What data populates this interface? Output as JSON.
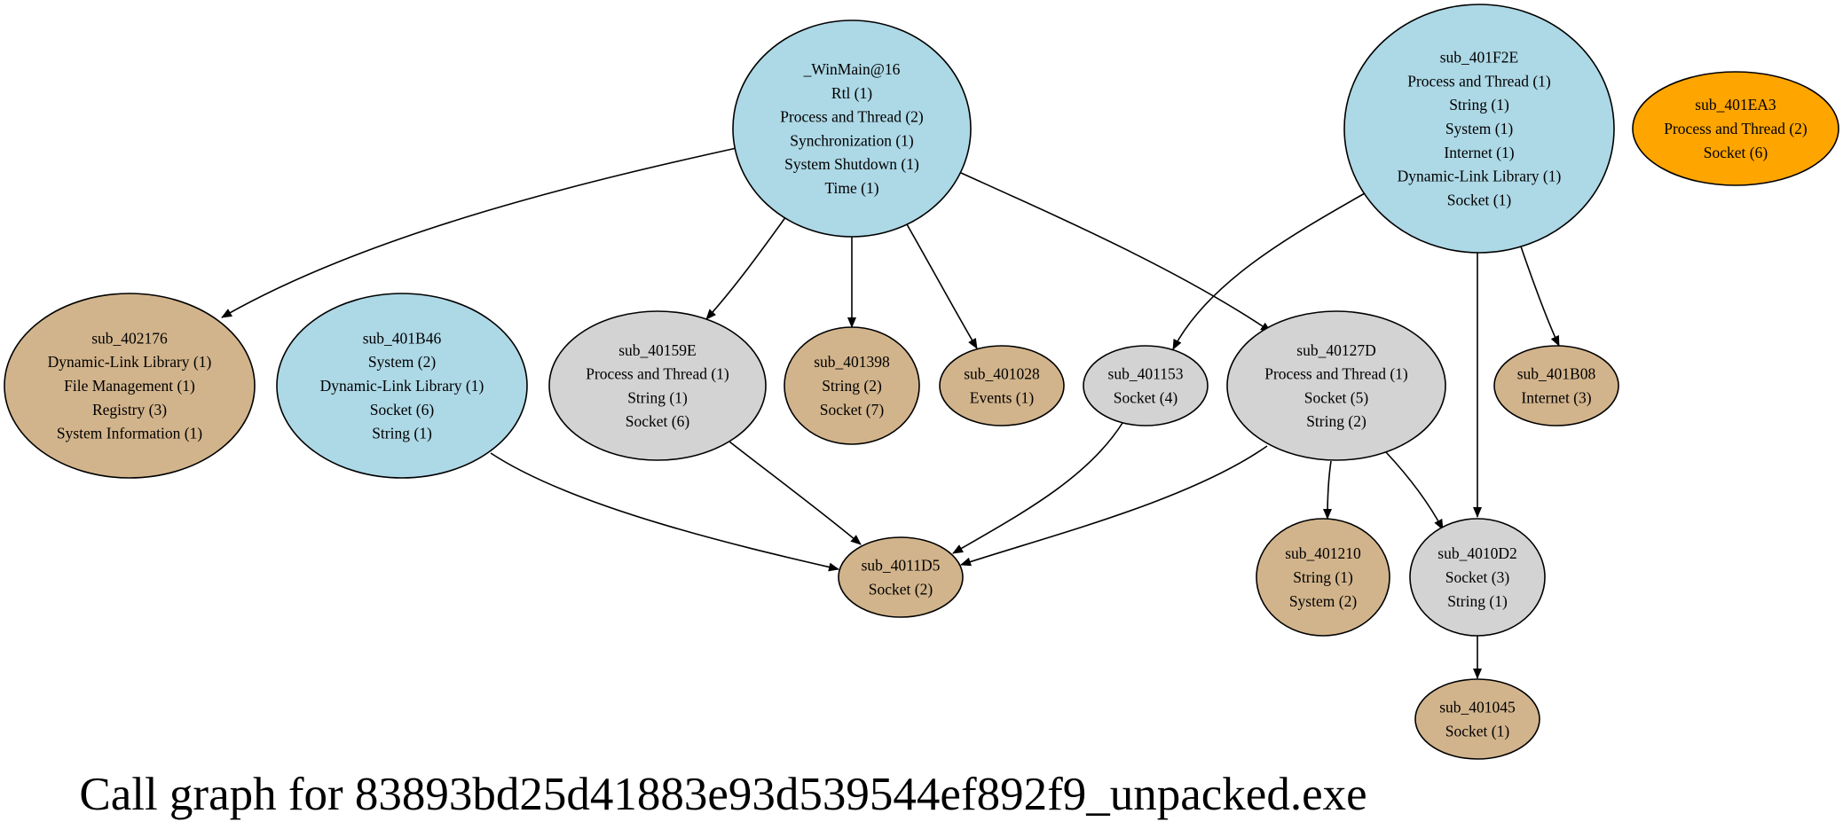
{
  "caption": "Call graph for 83893bd25d41883e93d539544ef892f9_unpacked.exe",
  "colors": {
    "blue": "#add8e6",
    "gray": "#d3d3d3",
    "tan": "#d2b48c",
    "orange": "#ffa500",
    "edge": "#000000"
  },
  "nodes": [
    {
      "id": "winmain",
      "color": "blue",
      "label": "_WinMain@16",
      "apis": [
        "Rtl (1)",
        "Process and Thread (2)",
        "Synchronization (1)",
        "System Shutdown (1)",
        "Time (1)"
      ]
    },
    {
      "id": "sub_401F2E",
      "color": "blue",
      "label": "sub_401F2E",
      "apis": [
        "Process and Thread (1)",
        "String (1)",
        "System (1)",
        "Internet (1)",
        "Dynamic-Link Library (1)",
        "Socket (1)"
      ]
    },
    {
      "id": "sub_401EA3",
      "color": "orange",
      "label": "sub_401EA3",
      "apis": [
        "Process and Thread (2)",
        "Socket (6)"
      ]
    },
    {
      "id": "sub_402176",
      "color": "tan",
      "label": "sub_402176",
      "apis": [
        "Dynamic-Link Library (1)",
        "File Management (1)",
        "Registry (3)",
        "System Information (1)"
      ]
    },
    {
      "id": "sub_401B46",
      "color": "blue",
      "label": "sub_401B46",
      "apis": [
        "System (2)",
        "Dynamic-Link Library (1)",
        "Socket (6)",
        "String (1)"
      ]
    },
    {
      "id": "sub_40159E",
      "color": "gray",
      "label": "sub_40159E",
      "apis": [
        "Process and Thread (1)",
        "String (1)",
        "Socket (6)"
      ]
    },
    {
      "id": "sub_401398",
      "color": "tan",
      "label": "sub_401398",
      "apis": [
        "String (2)",
        "Socket (7)"
      ]
    },
    {
      "id": "sub_401028",
      "color": "tan",
      "label": "sub_401028",
      "apis": [
        "Events (1)"
      ]
    },
    {
      "id": "sub_401153",
      "color": "gray",
      "label": "sub_401153",
      "apis": [
        "Socket (4)"
      ]
    },
    {
      "id": "sub_40127D",
      "color": "gray",
      "label": "sub_40127D",
      "apis": [
        "Process and Thread (1)",
        "Socket (5)",
        "String (2)"
      ]
    },
    {
      "id": "sub_401B08",
      "color": "tan",
      "label": "sub_401B08",
      "apis": [
        "Internet (3)"
      ]
    },
    {
      "id": "sub_4011D5",
      "color": "tan",
      "label": "sub_4011D5",
      "apis": [
        "Socket (2)"
      ]
    },
    {
      "id": "sub_401210",
      "color": "tan",
      "label": "sub_401210",
      "apis": [
        "String (1)",
        "System (2)"
      ]
    },
    {
      "id": "sub_4010D2",
      "color": "gray",
      "label": "sub_4010D2",
      "apis": [
        "Socket (3)",
        "String (1)"
      ]
    },
    {
      "id": "sub_401045",
      "color": "tan",
      "label": "sub_401045",
      "apis": [
        "Socket (1)"
      ]
    }
  ],
  "edges": [
    {
      "from": "winmain",
      "to": "sub_402176"
    },
    {
      "from": "winmain",
      "to": "sub_40159E"
    },
    {
      "from": "winmain",
      "to": "sub_401398"
    },
    {
      "from": "winmain",
      "to": "sub_401028"
    },
    {
      "from": "winmain",
      "to": "sub_40127D"
    },
    {
      "from": "sub_401F2E",
      "to": "sub_401153"
    },
    {
      "from": "sub_401F2E",
      "to": "sub_4010D2"
    },
    {
      "from": "sub_401F2E",
      "to": "sub_401B08"
    },
    {
      "from": "sub_401B46",
      "to": "sub_4011D5"
    },
    {
      "from": "sub_40159E",
      "to": "sub_4011D5"
    },
    {
      "from": "sub_401153",
      "to": "sub_4011D5"
    },
    {
      "from": "sub_40127D",
      "to": "sub_4011D5"
    },
    {
      "from": "sub_40127D",
      "to": "sub_401210"
    },
    {
      "from": "sub_40127D",
      "to": "sub_4010D2"
    },
    {
      "from": "sub_4010D2",
      "to": "sub_401045"
    }
  ]
}
